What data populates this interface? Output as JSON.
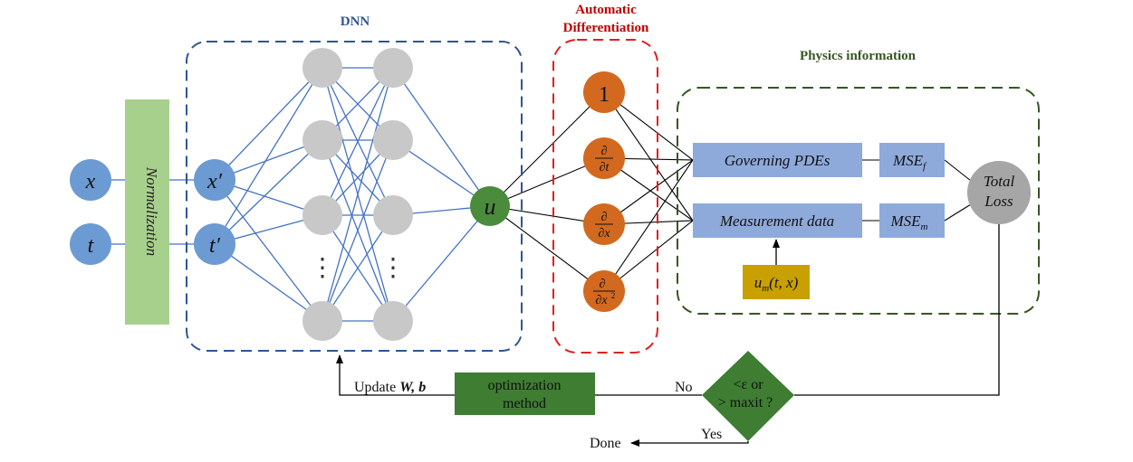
{
  "dnn": {
    "title": "DNN",
    "hidden_ellipsis": "⋮"
  },
  "autodiff": {
    "title_line1": "Automatic",
    "title_line2": "Differentiation"
  },
  "physics": {
    "title": "Physics information"
  },
  "inputs": {
    "x": "x",
    "t": "t",
    "x_norm": "x′",
    "t_norm": "t′"
  },
  "normalization": {
    "label": "Normalization"
  },
  "output": {
    "u": "u"
  },
  "derivatives": {
    "identity": "1",
    "d_dt": {
      "num": "∂",
      "den": "∂t"
    },
    "d_dx": {
      "num": "∂",
      "den": "∂x"
    },
    "d_dx2": {
      "num": "∂",
      "den": "∂x",
      "sup": "2"
    }
  },
  "boxes": {
    "governing": "Governing PDEs",
    "measurement": "Measurement data",
    "mse_f": {
      "base": "MSE",
      "sub": "f"
    },
    "mse_m": {
      "base": "MSE",
      "sub": "m"
    },
    "um": {
      "base": "u",
      "sub": "m",
      "args": "(t, x)"
    }
  },
  "total_loss": {
    "line1": "Total",
    "line2": "Loss"
  },
  "decision": {
    "line1": "<ε  or",
    "line2": "> maxit ?"
  },
  "optimization": {
    "line1": "optimization",
    "line2": "method"
  },
  "labels": {
    "update_prefix": "Update ",
    "update_vars": "W, b",
    "no": "No",
    "yes": "Yes",
    "done": "Done"
  },
  "colors": {
    "blue_node": "#6b9bd2",
    "gray_node": "#c8c8c8",
    "green_node": "#4a8b3c",
    "orange_node": "#d2691e",
    "norm_bar": "#a8d08d",
    "pde_box": "#8eaadb",
    "um_box": "#c8a000",
    "dark_green_box": "#3e7d32",
    "dnn_border": "#2f5597",
    "ad_border": "#e02020",
    "phys_border": "#375623",
    "blue_line": "#4472c4"
  }
}
